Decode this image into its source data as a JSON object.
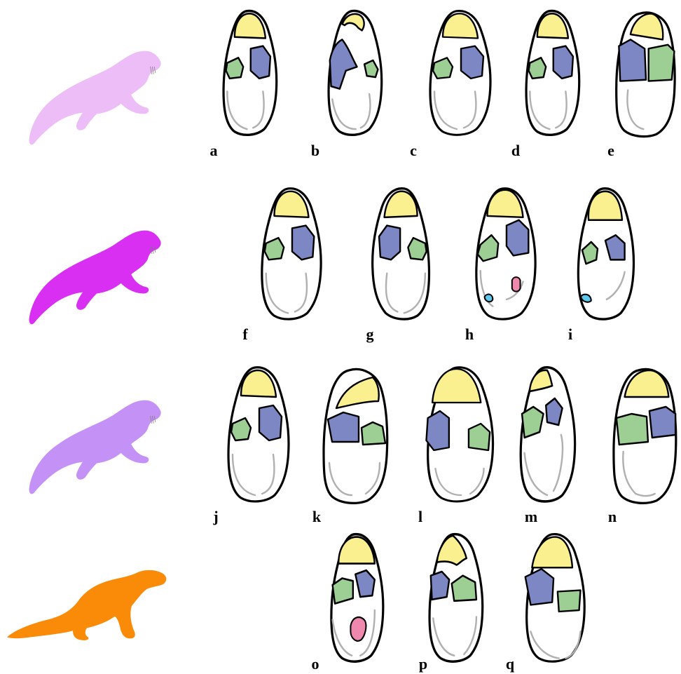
{
  "colors": {
    "yellow": "#fbf08f",
    "blue": "#7c87c4",
    "green": "#9dcf95",
    "pink": "#ee88ae",
    "cyan": "#5cc8ec",
    "outline": "#000000",
    "inner_line": "#b0b0b0",
    "otter_row1": "#ecbdf7",
    "otter_row2": "#d82ff2",
    "otter_row3": "#c491f7",
    "otter_row4": "#fa8b09"
  },
  "rows": [
    {
      "otter_color_key": "otter_row1",
      "otter_shape": "otter-swimming",
      "specimens": [
        {
          "label": "a",
          "variant": "A",
          "flip": false
        },
        {
          "label": "b",
          "variant": "B",
          "flip": false
        },
        {
          "label": "c",
          "variant": "A",
          "flip": false
        },
        {
          "label": "d",
          "variant": "A",
          "flip": false
        },
        {
          "label": "e",
          "variant": "E",
          "flip": false
        }
      ]
    },
    {
      "otter_color_key": "otter_row2",
      "otter_shape": "otter-swimming",
      "specimens": [
        {
          "label": "f",
          "variant": "A",
          "flip": false
        },
        {
          "label": "g",
          "variant": "A",
          "flip": true
        },
        {
          "label": "h",
          "variant": "H",
          "flip": false
        },
        {
          "label": "i",
          "variant": "I",
          "flip": false
        }
      ]
    },
    {
      "otter_color_key": "otter_row3",
      "otter_shape": "otter-swimming",
      "specimens": [
        {
          "label": "j",
          "variant": "A",
          "flip": false
        },
        {
          "label": "k",
          "variant": "K",
          "flip": false
        },
        {
          "label": "l",
          "variant": "L",
          "flip": false
        },
        {
          "label": "m",
          "variant": "M",
          "flip": false
        },
        {
          "label": "n",
          "variant": "N",
          "flip": false
        }
      ]
    },
    {
      "otter_color_key": "otter_row4",
      "otter_shape": "otter-standing",
      "specimens": [
        {
          "label": "o",
          "variant": "O",
          "flip": false
        },
        {
          "label": "p",
          "variant": "P",
          "flip": false
        },
        {
          "label": "q",
          "variant": "Q",
          "flip": false
        }
      ]
    }
  ]
}
